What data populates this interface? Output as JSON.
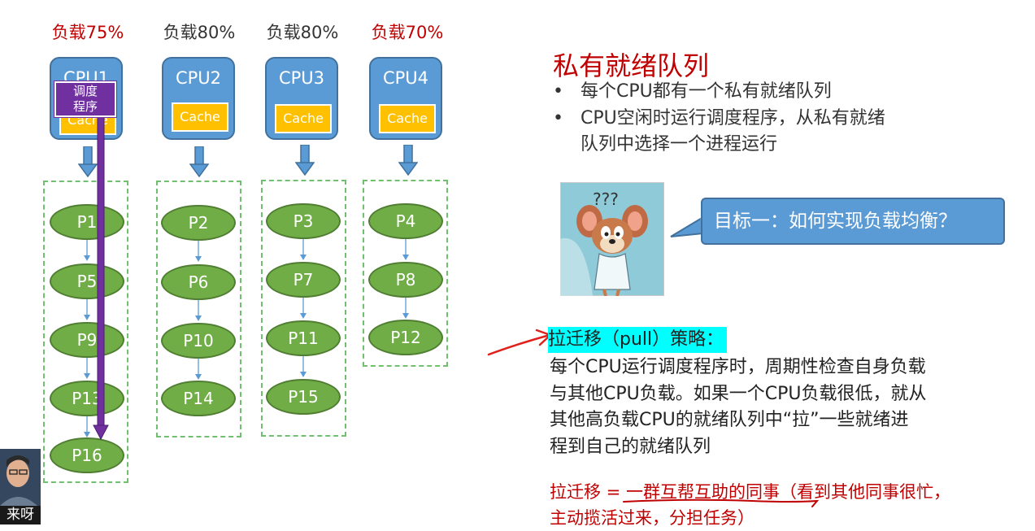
{
  "loads": [
    "负载75%",
    "负载80%",
    "负载80%",
    "负载70%"
  ],
  "cpus": [
    "CPU1",
    "CPU2",
    "CPU3",
    "CPU4"
  ],
  "cache_label": "Cache",
  "scheduler_label": "调度程序",
  "queues": [
    [
      "P1",
      "P5",
      "P9",
      "P13",
      "P16"
    ],
    [
      "P2",
      "P6",
      "P10",
      "P14"
    ],
    [
      "P3",
      "P7",
      "P11",
      "P15"
    ],
    [
      "P4",
      "P8",
      "P12"
    ]
  ],
  "title": "私有就绪队列",
  "bullets": [
    "每个CPU都有一个私有就绪队列",
    "CPU空闲时运行调度程序，从私有就绪",
    "队列中选择一个进程运行"
  ],
  "image_caption": "???",
  "bubble_text": "目标一：如何实现负载均衡？",
  "pull_title": "拉迁移（pull）策略：",
  "pull_lines": [
    "每个CPU运行调度程序时，周期性检查自身负载",
    "与其他CPU负载。如果一个CPU负载很低，就从",
    "其他高负载CPU的就绪队列中“拉”一些就绪进",
    "程到自己的就绪队列"
  ],
  "analogy_prefix": "拉迁移 = ",
  "analogy_key": "一群互帮互助的同事",
  "analogy_rest": "（看到其他同事很忙，",
  "analogy_line2": "主动揽活过来，分担任务）",
  "webcam_text": "来呀",
  "colors": {
    "accent_red": "#c00000",
    "cpu_blue": "#5b9bd5",
    "process_green": "#70ad47",
    "cache_yellow": "#ffc000",
    "highlight_cyan": "#00ffff",
    "scheduler_purple": "#7030a0"
  }
}
